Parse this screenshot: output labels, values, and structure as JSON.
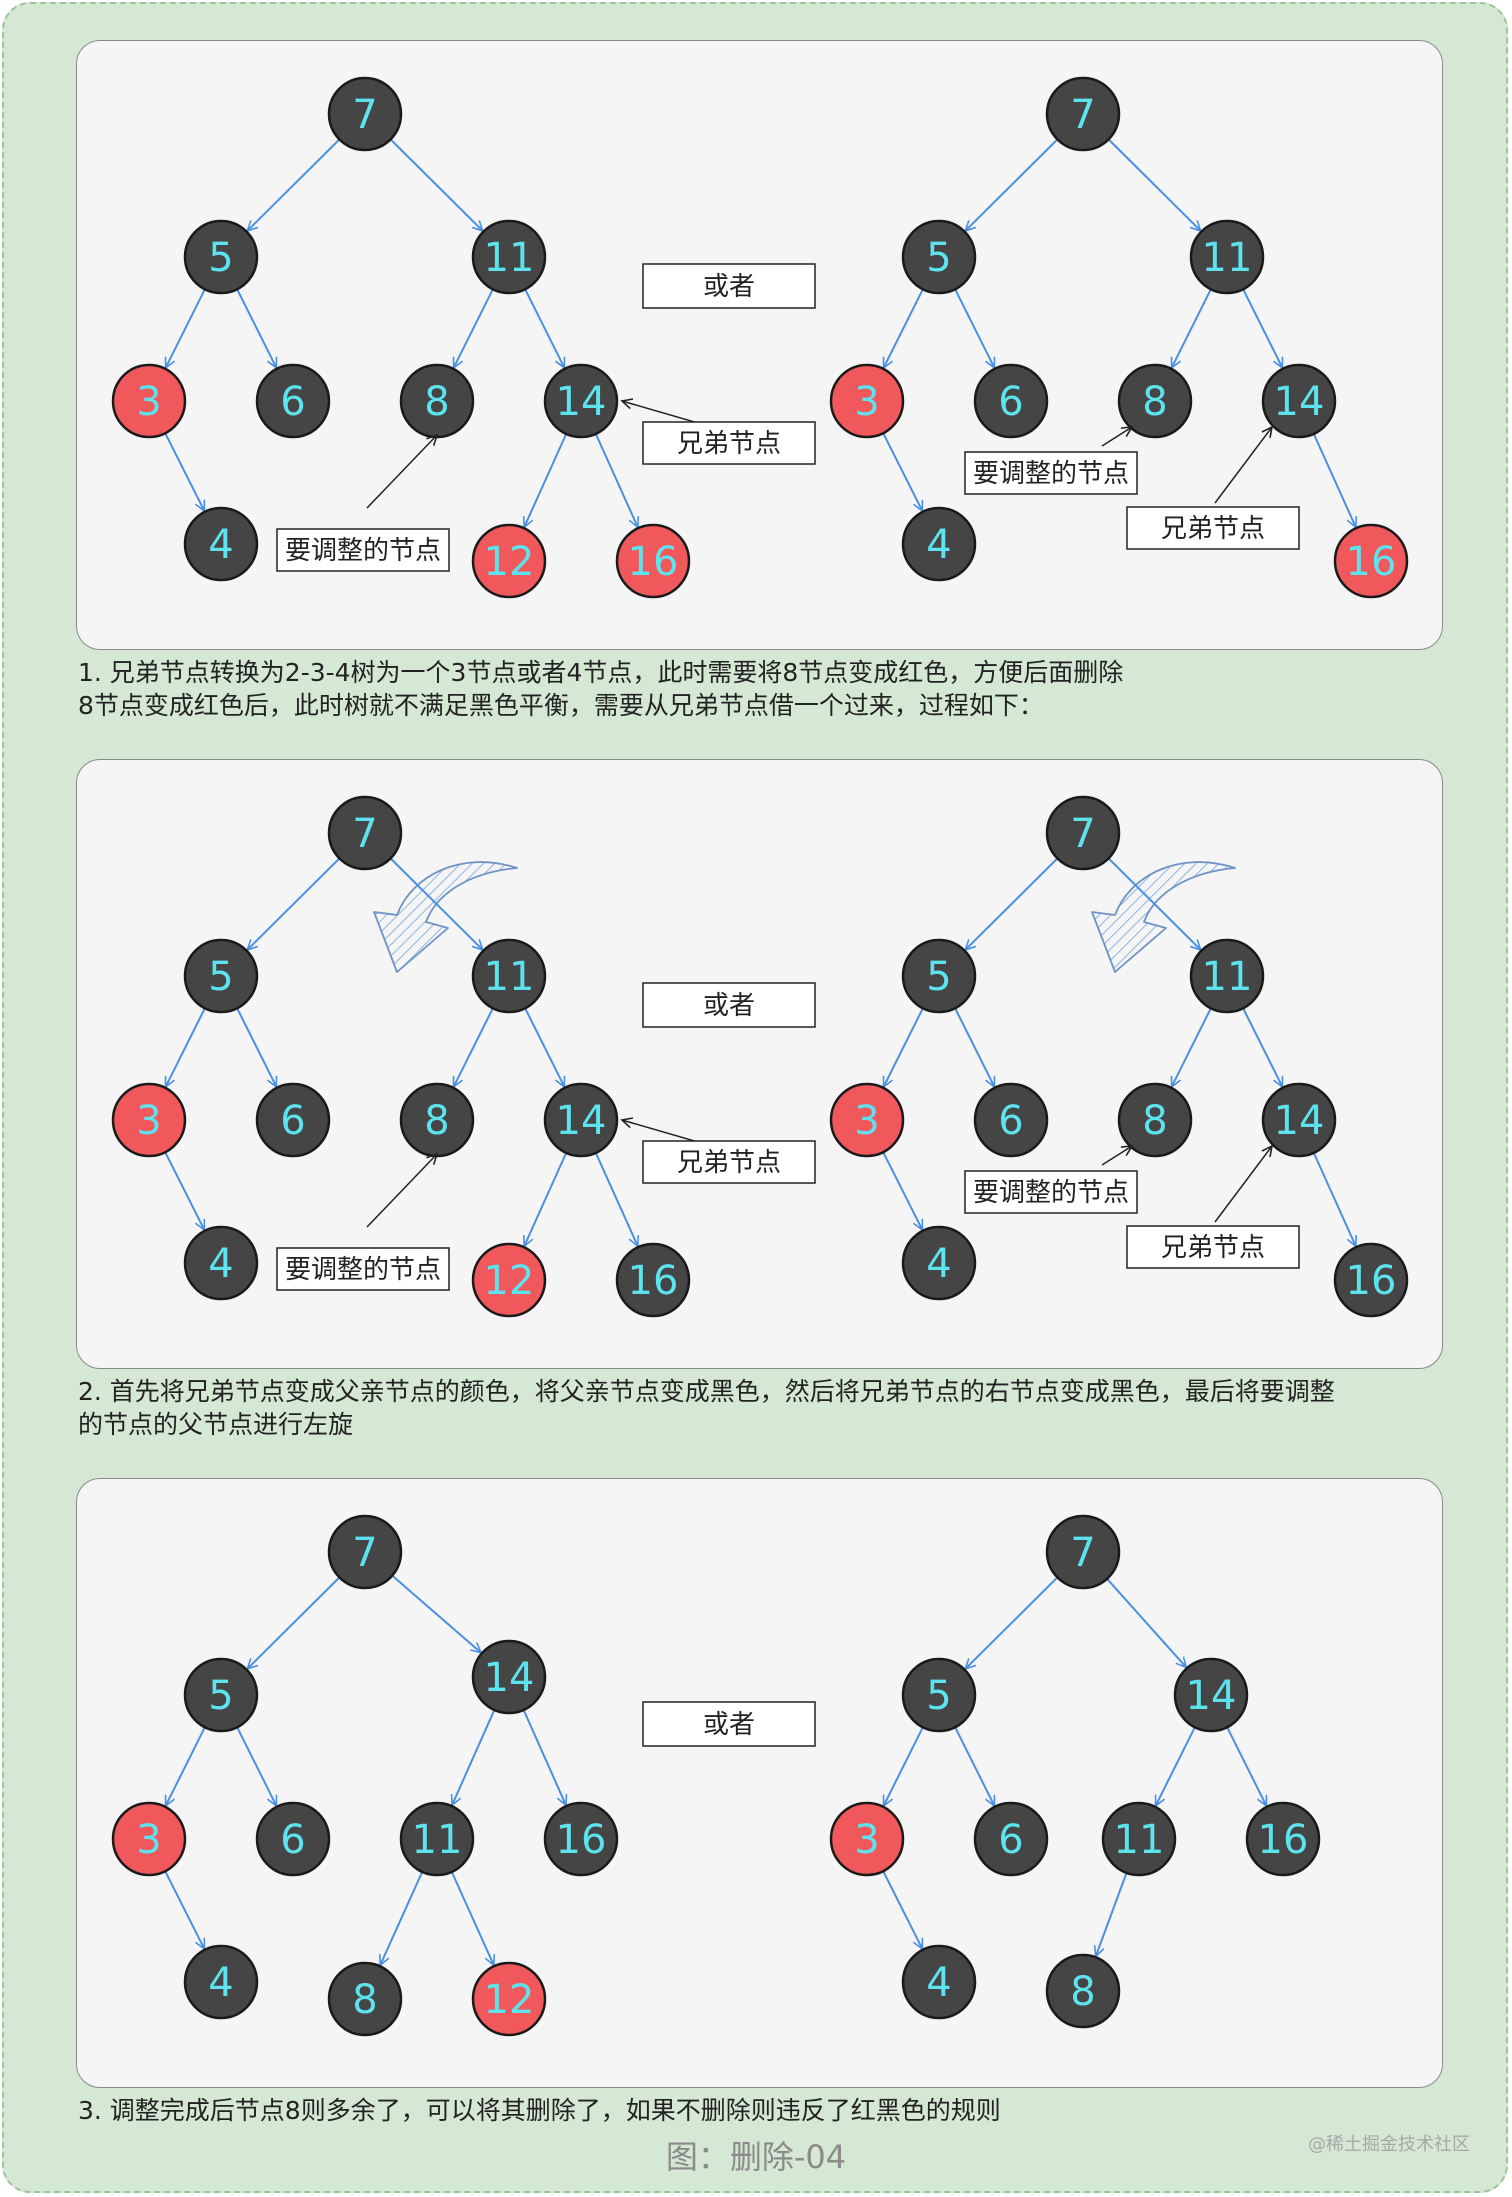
{
  "colors": {
    "red_node": "#f0585c",
    "black_node": "#454545",
    "edge": "#4a90e2",
    "node_text": "#5de3ee"
  },
  "panels": [
    {
      "label_or": "或者",
      "left": {
        "nodes": [
          {
            "id": "n7",
            "label": "7",
            "color": "black"
          },
          {
            "id": "n5",
            "label": "5",
            "color": "black"
          },
          {
            "id": "n11",
            "label": "11",
            "color": "black"
          },
          {
            "id": "n3",
            "label": "3",
            "color": "red"
          },
          {
            "id": "n6",
            "label": "6",
            "color": "black"
          },
          {
            "id": "n8",
            "label": "8",
            "color": "black"
          },
          {
            "id": "n14",
            "label": "14",
            "color": "black"
          },
          {
            "id": "n4",
            "label": "4",
            "color": "black"
          },
          {
            "id": "n12",
            "label": "12",
            "color": "red"
          },
          {
            "id": "n16",
            "label": "16",
            "color": "red"
          }
        ],
        "edges": [
          [
            "n7",
            "n5"
          ],
          [
            "n7",
            "n11"
          ],
          [
            "n5",
            "n3"
          ],
          [
            "n5",
            "n6"
          ],
          [
            "n11",
            "n8"
          ],
          [
            "n11",
            "n14"
          ],
          [
            "n3",
            "n4"
          ],
          [
            "n14",
            "n12"
          ],
          [
            "n14",
            "n16"
          ]
        ],
        "callouts": [
          {
            "id": "c_adjust",
            "text": "要调整的节点",
            "target": "n8"
          },
          {
            "id": "c_sibling",
            "text": "兄弟节点",
            "target": "n14"
          }
        ]
      },
      "right": {
        "nodes": [
          {
            "id": "n7",
            "label": "7",
            "color": "black"
          },
          {
            "id": "n5",
            "label": "5",
            "color": "black"
          },
          {
            "id": "n11",
            "label": "11",
            "color": "black"
          },
          {
            "id": "n3",
            "label": "3",
            "color": "red"
          },
          {
            "id": "n6",
            "label": "6",
            "color": "black"
          },
          {
            "id": "n8",
            "label": "8",
            "color": "black"
          },
          {
            "id": "n14",
            "label": "14",
            "color": "black"
          },
          {
            "id": "n4",
            "label": "4",
            "color": "black"
          },
          {
            "id": "n16",
            "label": "16",
            "color": "red"
          }
        ],
        "edges": [
          [
            "n7",
            "n5"
          ],
          [
            "n7",
            "n11"
          ],
          [
            "n5",
            "n3"
          ],
          [
            "n5",
            "n6"
          ],
          [
            "n11",
            "n8"
          ],
          [
            "n11",
            "n14"
          ],
          [
            "n3",
            "n4"
          ],
          [
            "n14",
            "n16"
          ]
        ],
        "callouts": [
          {
            "id": "c_adjust",
            "text": "要调整的节点",
            "target": "n8"
          },
          {
            "id": "c_sibling",
            "text": "兄弟节点",
            "target": "n14"
          }
        ]
      },
      "caption": [
        "1. 兄弟节点转换为2-3-4树为一个3节点或者4节点，此时需要将8节点变成红色，方便后面删除",
        "   8节点变成红色后，此时树就不满足黑色平衡，需要从兄弟节点借一个过来，过程如下："
      ]
    },
    {
      "label_or": "或者",
      "left": {
        "nodes": [
          {
            "id": "n7",
            "label": "7",
            "color": "black"
          },
          {
            "id": "n5",
            "label": "5",
            "color": "black"
          },
          {
            "id": "n11",
            "label": "11",
            "color": "black"
          },
          {
            "id": "n3",
            "label": "3",
            "color": "red"
          },
          {
            "id": "n6",
            "label": "6",
            "color": "black"
          },
          {
            "id": "n8",
            "label": "8",
            "color": "black"
          },
          {
            "id": "n14",
            "label": "14",
            "color": "black"
          },
          {
            "id": "n4",
            "label": "4",
            "color": "black"
          },
          {
            "id": "n12",
            "label": "12",
            "color": "red"
          },
          {
            "id": "n16",
            "label": "16",
            "color": "black"
          }
        ],
        "edges": [
          [
            "n7",
            "n5"
          ],
          [
            "n7",
            "n11"
          ],
          [
            "n5",
            "n3"
          ],
          [
            "n5",
            "n6"
          ],
          [
            "n11",
            "n8"
          ],
          [
            "n11",
            "n14"
          ],
          [
            "n3",
            "n4"
          ],
          [
            "n14",
            "n12"
          ],
          [
            "n14",
            "n16"
          ]
        ],
        "callouts": [
          {
            "id": "c_adjust",
            "text": "要调整的节点",
            "target": "n8"
          },
          {
            "id": "c_sibling",
            "text": "兄弟节点",
            "target": "n14"
          }
        ]
      },
      "right": {
        "nodes": [
          {
            "id": "n7",
            "label": "7",
            "color": "black"
          },
          {
            "id": "n5",
            "label": "5",
            "color": "black"
          },
          {
            "id": "n11",
            "label": "11",
            "color": "black"
          },
          {
            "id": "n3",
            "label": "3",
            "color": "red"
          },
          {
            "id": "n6",
            "label": "6",
            "color": "black"
          },
          {
            "id": "n8",
            "label": "8",
            "color": "black"
          },
          {
            "id": "n14",
            "label": "14",
            "color": "black"
          },
          {
            "id": "n4",
            "label": "4",
            "color": "black"
          },
          {
            "id": "n16",
            "label": "16",
            "color": "black"
          }
        ],
        "edges": [
          [
            "n7",
            "n5"
          ],
          [
            "n7",
            "n11"
          ],
          [
            "n5",
            "n3"
          ],
          [
            "n5",
            "n6"
          ],
          [
            "n11",
            "n8"
          ],
          [
            "n11",
            "n14"
          ],
          [
            "n3",
            "n4"
          ],
          [
            "n14",
            "n16"
          ]
        ],
        "callouts": [
          {
            "id": "c_adjust",
            "text": "要调整的节点",
            "target": "n8"
          },
          {
            "id": "c_sibling",
            "text": "兄弟节点",
            "target": "n14"
          }
        ]
      },
      "caption": [
        "2. 首先将兄弟节点变成父亲节点的颜色，将父亲节点变成黑色，然后将兄弟节点的右节点变成黑色，最后将要调整",
        "的节点的父节点进行左旋"
      ]
    },
    {
      "label_or": "或者",
      "left": {
        "nodes": [
          {
            "id": "n7",
            "label": "7",
            "color": "black"
          },
          {
            "id": "n5",
            "label": "5",
            "color": "black"
          },
          {
            "id": "n14",
            "label": "14",
            "color": "black"
          },
          {
            "id": "n3",
            "label": "3",
            "color": "red"
          },
          {
            "id": "n6",
            "label": "6",
            "color": "black"
          },
          {
            "id": "n11",
            "label": "11",
            "color": "black"
          },
          {
            "id": "n16",
            "label": "16",
            "color": "black"
          },
          {
            "id": "n4",
            "label": "4",
            "color": "black"
          },
          {
            "id": "n8",
            "label": "8",
            "color": "black"
          },
          {
            "id": "n12",
            "label": "12",
            "color": "red"
          }
        ],
        "edges": [
          [
            "n7",
            "n5"
          ],
          [
            "n7",
            "n14"
          ],
          [
            "n5",
            "n3"
          ],
          [
            "n5",
            "n6"
          ],
          [
            "n14",
            "n11"
          ],
          [
            "n14",
            "n16"
          ],
          [
            "n3",
            "n4"
          ],
          [
            "n11",
            "n8"
          ],
          [
            "n11",
            "n12"
          ]
        ],
        "callouts": []
      },
      "right": {
        "nodes": [
          {
            "id": "n7",
            "label": "7",
            "color": "black"
          },
          {
            "id": "n5",
            "label": "5",
            "color": "black"
          },
          {
            "id": "n14",
            "label": "14",
            "color": "black"
          },
          {
            "id": "n3",
            "label": "3",
            "color": "red"
          },
          {
            "id": "n6",
            "label": "6",
            "color": "black"
          },
          {
            "id": "n11",
            "label": "11",
            "color": "black"
          },
          {
            "id": "n16",
            "label": "16",
            "color": "black"
          },
          {
            "id": "n4",
            "label": "4",
            "color": "black"
          },
          {
            "id": "n8",
            "label": "8",
            "color": "black"
          }
        ],
        "edges": [
          [
            "n7",
            "n5"
          ],
          [
            "n7",
            "n14"
          ],
          [
            "n5",
            "n3"
          ],
          [
            "n5",
            "n6"
          ],
          [
            "n14",
            "n11"
          ],
          [
            "n14",
            "n16"
          ],
          [
            "n3",
            "n4"
          ],
          [
            "n11",
            "n8"
          ]
        ],
        "callouts": []
      },
      "caption": [
        "3. 调整完成后节点8则多余了，可以将其删除了，如果不删除则违反了红黑色的规则"
      ]
    }
  ],
  "figure_title": "图：删除-04",
  "watermark": "@稀土掘金技术社区"
}
